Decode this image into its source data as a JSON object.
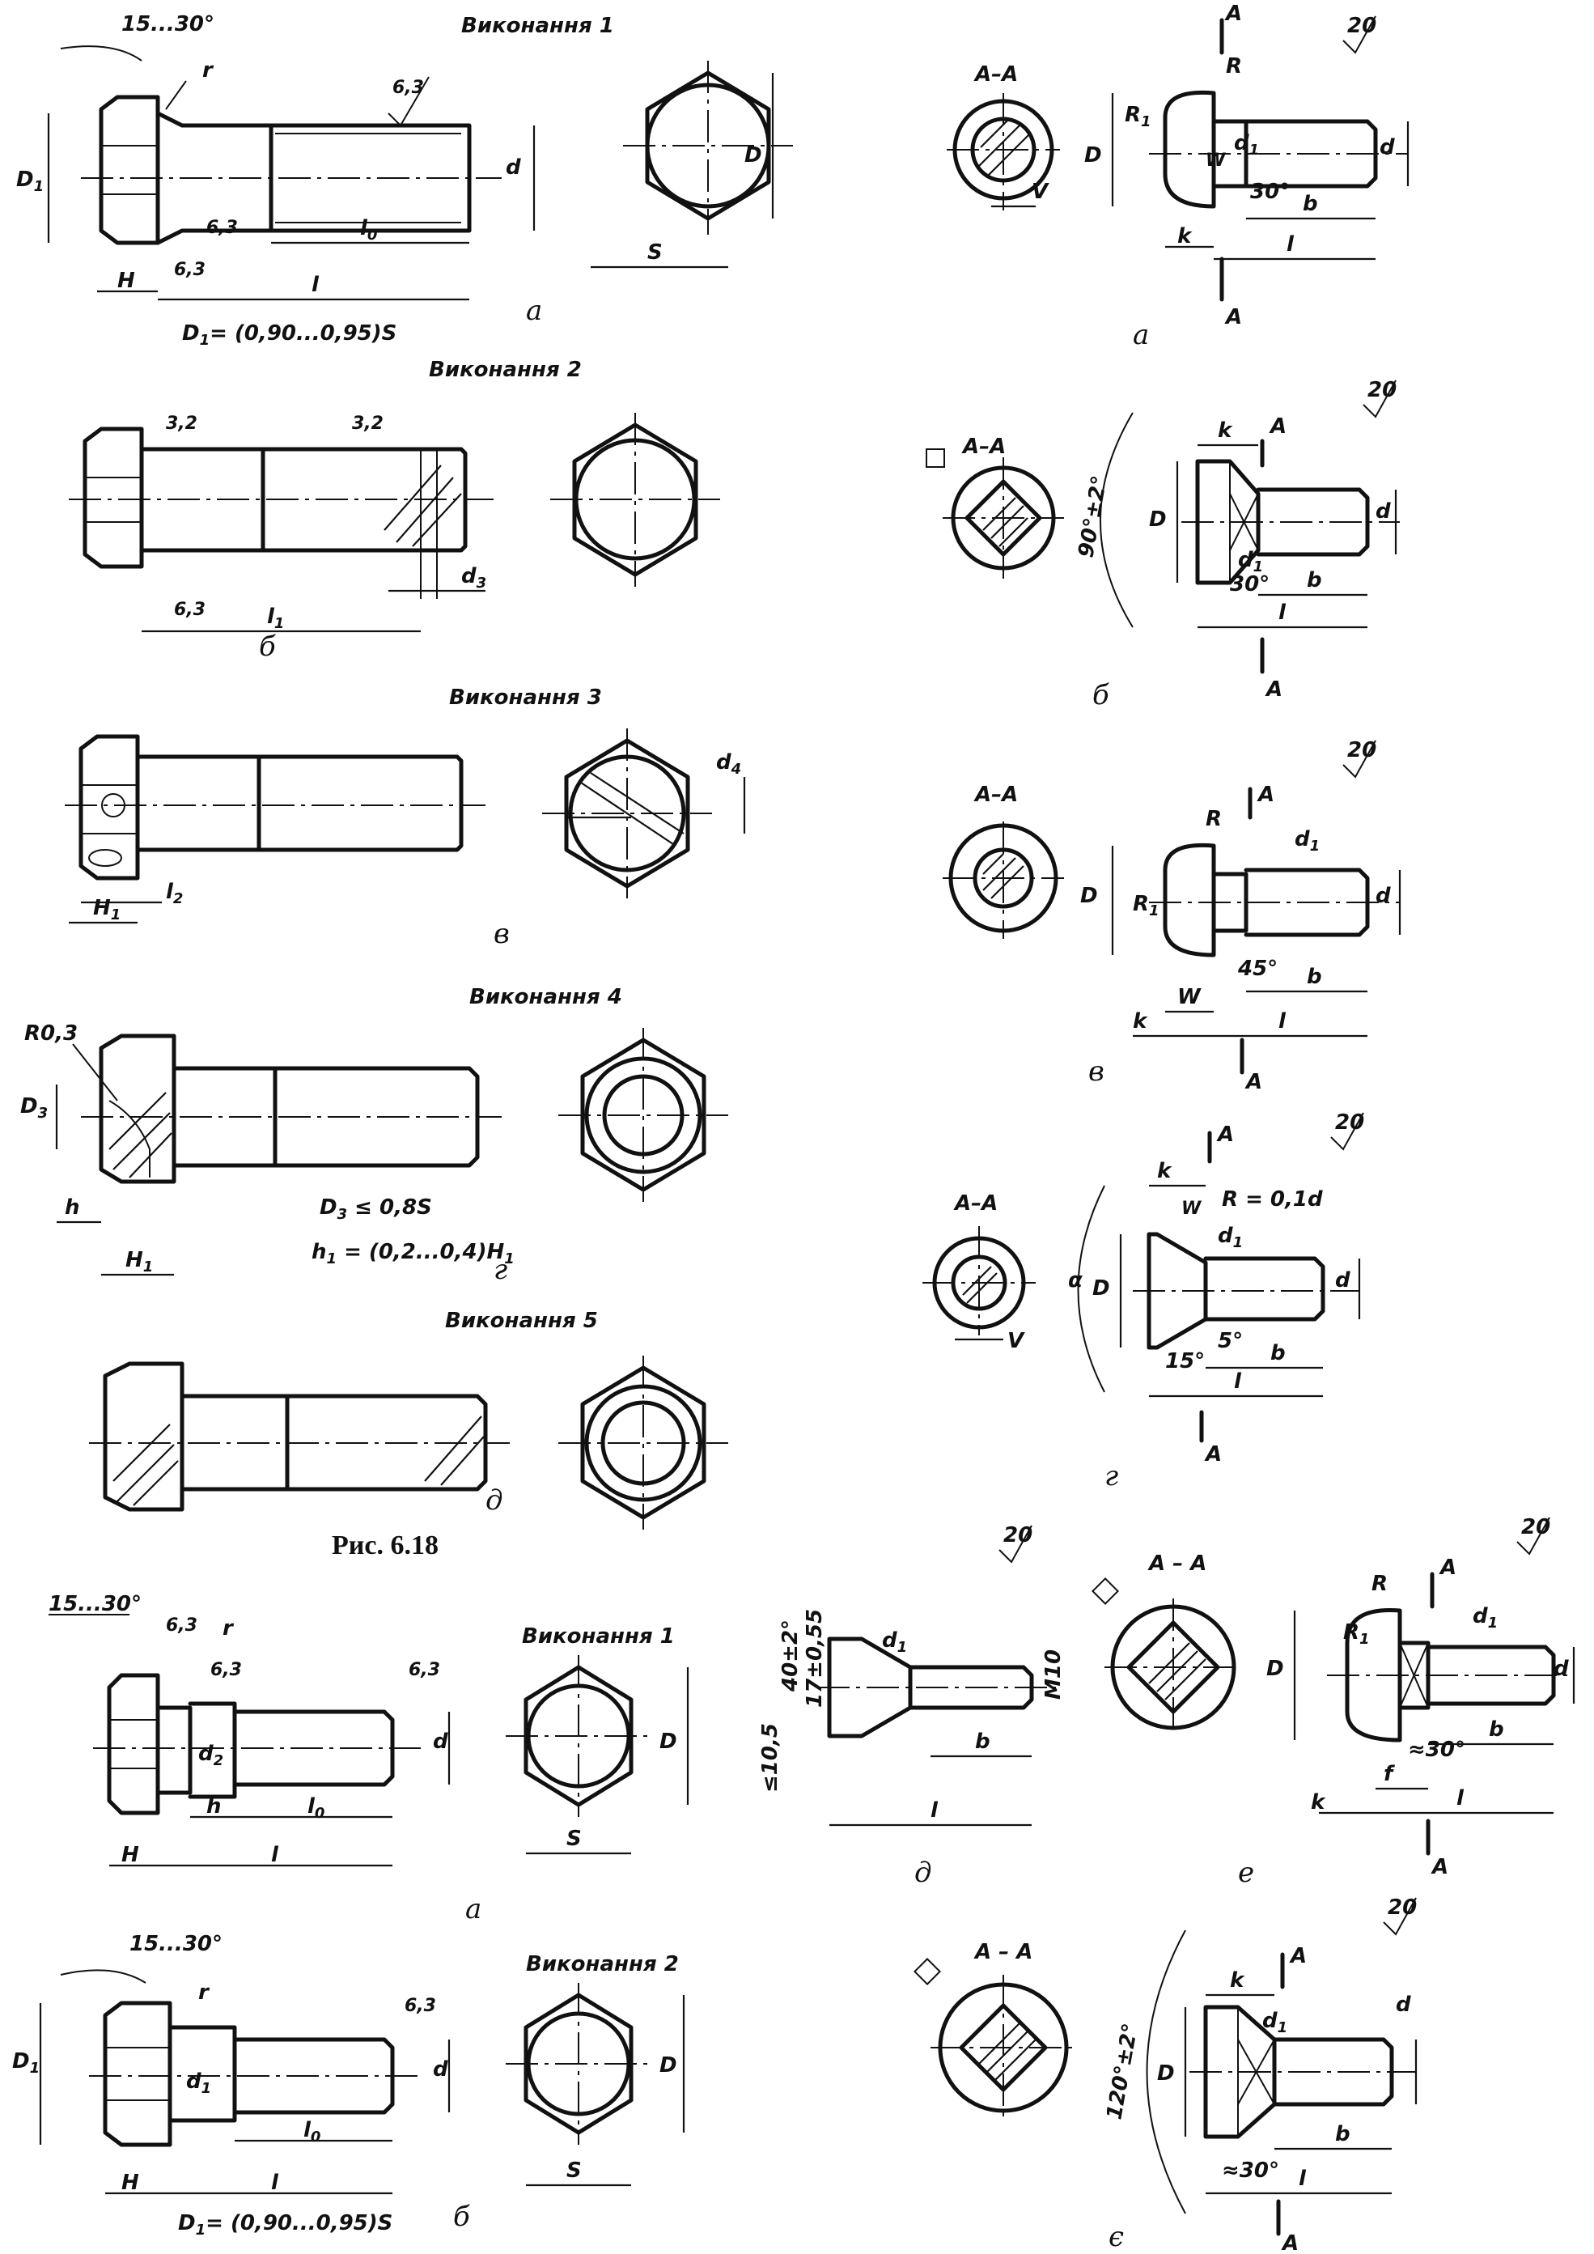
{
  "fig1": {
    "v1_title": "Виконання 1",
    "v2_title": "Виконання 2",
    "v3_title": "Виконання 3",
    "v4_title": "Виконання 4",
    "v5_title": "Виконання 5",
    "angle": "15...30°",
    "r": "r",
    "rough_63": "6,3",
    "rough_32": "3,2",
    "D1": "D",
    "D1_sub": "1",
    "H": "H",
    "l": "l",
    "l0": "l",
    "l0_sub": "0",
    "d": "d",
    "D": "D",
    "S": "S",
    "formula_D1": "D",
    "formula_D1_sub": "1",
    "formula_D1_rest": "= (0,90...0,95)S",
    "l1": "l",
    "l1_sub": "1",
    "d3": "d",
    "d3_sub": "3",
    "d4": "d",
    "d4_sub": "4",
    "H1": "H",
    "H1_sub": "1",
    "l2": "l",
    "l2_sub": "2",
    "R03": "R0,3",
    "D3": "D",
    "D3_sub": "3",
    "h": "h",
    "formula_D3": "D",
    "formula_D3_sub": "3",
    "formula_D3_rest": " ≤ 0,8S",
    "formula_h1": "h",
    "formula_h1_sub": "1",
    "formula_h1_rest": " = (0,2...0,4)H",
    "formula_h1_sub2": "1",
    "sub_a": "а",
    "sub_b": "б",
    "sub_v": "в",
    "sub_g": "г",
    "sub_d": "д",
    "caption": "Рис. 6.18"
  },
  "fig2": {
    "AA": "A–A",
    "A": "A",
    "twenty": "20",
    "R": "R",
    "R1": "R",
    "R1_sub": "1",
    "D": "D",
    "d": "d",
    "d1": "d",
    "d1_sub": "1",
    "W": "W",
    "V": "V",
    "k": "k",
    "b": "b",
    "l": "l",
    "a30": "30°",
    "a45": "45°",
    "a15": "15°",
    "a5": "5°",
    "a90": "90°±2°",
    "a120": "120°±2°",
    "alpha": "α",
    "R01d": "R = 0,1d",
    "approx30": "≈30°",
    "f": "f",
    "sub_a": "а",
    "sub_b": "б",
    "sub_v": "в",
    "sub_g": "г"
  },
  "fig3": {
    "v1_title": "Виконання 1",
    "v2_title": "Виконання 2",
    "angle": "15...30°",
    "r": "r",
    "rough_63": "6,3",
    "d2": "d",
    "d2_sub": "2",
    "d1": "d",
    "d1_sub": "1",
    "h": "h",
    "H": "H",
    "l0": "l",
    "l0_sub": "0",
    "l": "l",
    "d": "d",
    "D": "D",
    "S": "S",
    "D1": "D",
    "D1_sub": "1",
    "formula_D1": "D",
    "formula_D1_sub": "1",
    "formula_D1_rest": "= (0,90...0,95)S",
    "sub_a": "а",
    "sub_b": "б"
  },
  "fig4": {
    "twenty": "20",
    "ang40": "40±2°",
    "dim17": "17±0,55",
    "dim105": "≤10,5",
    "d1": "d",
    "d1_sub": "1",
    "M10": "M10",
    "b": "b",
    "l": "l",
    "AA": "A – A",
    "A": "A",
    "R": "R",
    "R1": "R",
    "R1_sub": "1",
    "D": "D",
    "d": "d",
    "approx30": "≈30°",
    "f": "f",
    "k": "k",
    "a120": "120°±2°",
    "sub_d": "д",
    "sub_e": "е",
    "sub_ye": "є"
  }
}
